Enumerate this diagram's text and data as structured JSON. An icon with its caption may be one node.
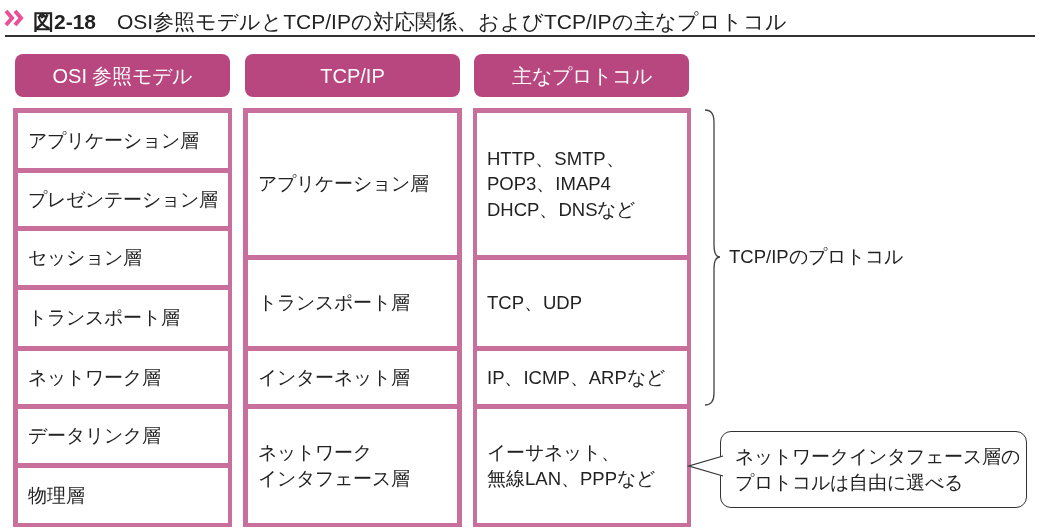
{
  "diagram": {
    "title": "**図2-18**　OSI参照モデルとTCP/IPの対応関係、およびTCP/IPの主なプロトコル",
    "nodes": [
      {
        "text": [
          "OSI 参照モデル"
        ]
      },
      {
        "text": [
          "TCP/IP"
        ]
      },
      {
        "text": [
          "主なプロトコル"
        ]
      },
      {
        "text": [
          "アプリケーション層"
        ]
      },
      {
        "text": [
          "プレゼンテーション層"
        ]
      },
      {
        "text": [
          "セッション層"
        ]
      },
      {
        "text": [
          "トランスポート層"
        ]
      },
      {
        "text": [
          "ネットワーク層"
        ]
      },
      {
        "text": [
          "データリンク層"
        ]
      },
      {
        "text": [
          "物理層"
        ]
      },
      {
        "text": [
          "アプリケーション層"
        ]
      },
      {
        "text": [
          "トランスポート層"
        ]
      },
      {
        "text": [
          "インターネット層"
        ]
      },
      {
        "text": [
          "ネットワークインタフェース層"
        ]
      },
      {
        "text": [
          "HTTP、SMTP、POP3、IMAP4 DHCP、DNSなど"
        ]
      },
      {
        "text": [
          "TCP、UDP"
        ]
      },
      {
        "text": [
          "IP、ICMP、ARPなど"
        ]
      },
      {
        "text": [
          "イーサネット、無線LAN、PPPなど"
        ]
      },
      {
        "text": [
          "ネットワークインタフェース層のプロトコルは自由に選べる"
        ]
      }
    ],
    "edges": [
      {
        "from": 18,
        "to": 17,
        "arrow": "to"
      }
    ],
    "labels": [
      "TCP/IPのプロトコル"
    ]
  }
}
